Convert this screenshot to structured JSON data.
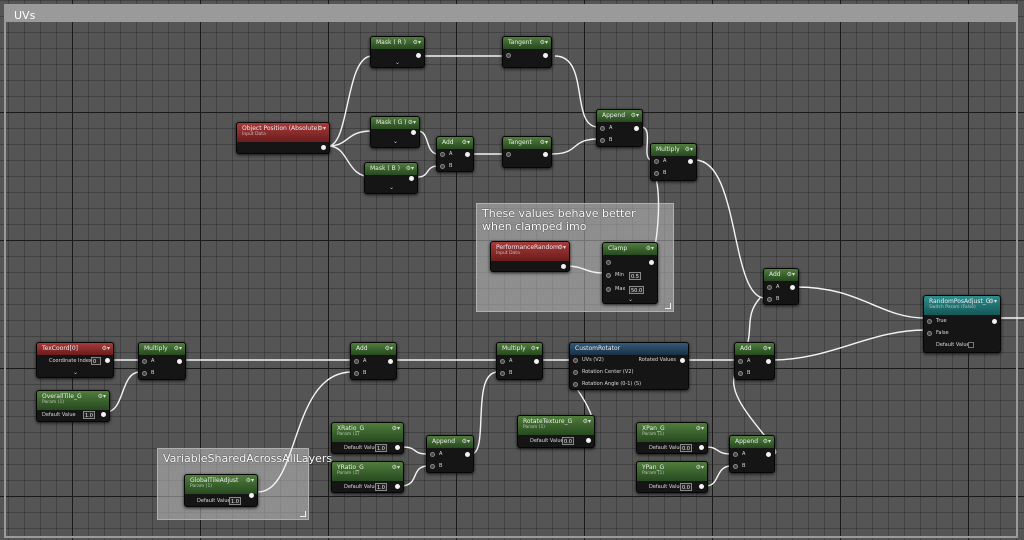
{
  "window": {
    "title": "UVs"
  },
  "comments": [
    {
      "id": "c1",
      "text": "These values behave better when clamped imo"
    },
    {
      "id": "c2",
      "text": "VariableSharedAcrossAllLayers"
    }
  ],
  "nodes": {
    "mask_r": {
      "title": "Mask ( R )"
    },
    "mask_g": {
      "title": "Mask ( G )"
    },
    "mask_b": {
      "title": "Mask ( B )"
    },
    "tangent1": {
      "title": "Tangent"
    },
    "tangent2": {
      "title": "Tangent"
    },
    "add1": {
      "title": "Add",
      "a": "A",
      "b": "B"
    },
    "append1": {
      "title": "Append",
      "a": "A",
      "b": "B"
    },
    "multiply1": {
      "title": "Multiply",
      "a": "A",
      "b": "B"
    },
    "objpos": {
      "title": "Object Position (Absolute)",
      "sub": "Input Data"
    },
    "perfrand": {
      "title": "PerformanceRandom",
      "sub": "Input Data"
    },
    "clamp": {
      "title": "Clamp",
      "min_label": "Min",
      "min_val": "0.5",
      "max_label": "Max",
      "max_val": "50.0"
    },
    "add2": {
      "title": "Add",
      "a": "A",
      "b": "B"
    },
    "randompos": {
      "title": "RandomPosAdjust_G",
      "sub": "Switch Param (False)",
      "true": "True",
      "false": "False",
      "default": "Default Value"
    },
    "texcoord": {
      "title": "TexCoord[0]",
      "coord": "Coordinate Index",
      "coord_val": "0"
    },
    "multiply2": {
      "title": "Multiply",
      "a": "A",
      "b": "B"
    },
    "overalltile": {
      "title": "OverallTile_G",
      "sub": "Param (1)",
      "default": "Default Value",
      "val": "1.0"
    },
    "add3": {
      "title": "Add",
      "a": "A",
      "b": "B"
    },
    "multiply3": {
      "title": "Multiply",
      "a": "A",
      "b": "B"
    },
    "rotator": {
      "title": "CustomRotator",
      "uvs": "UVs (V2)",
      "center": "Rotation Center (V2)",
      "angle": "Rotation Angle (0-1) (S)",
      "out": "Rotated Values"
    },
    "add4": {
      "title": "Add",
      "a": "A",
      "b": "B"
    },
    "xratio": {
      "title": "XRatio_G",
      "sub": "Param (1)",
      "default": "Default Value",
      "val": "1.0"
    },
    "yratio": {
      "title": "YRatio_G",
      "sub": "Param (1)",
      "default": "Default Value",
      "val": "1.0"
    },
    "append2": {
      "title": "Append",
      "a": "A",
      "b": "B"
    },
    "rotate": {
      "title": "RotateTexture_G",
      "sub": "Param (1)",
      "default": "Default Value",
      "val": "0.0"
    },
    "xpan": {
      "title": "XPan_G",
      "sub": "Param (1)",
      "default": "Default Value",
      "val": "0.0"
    },
    "ypan": {
      "title": "YPan_G",
      "sub": "Param (1)",
      "default": "Default Value",
      "val": "0.0"
    },
    "append3": {
      "title": "Append",
      "a": "A",
      "b": "B"
    },
    "globaltile": {
      "title": "GlobalTileAdjust",
      "sub": "Param (1)",
      "default": "Default Value",
      "val": "1.0"
    }
  },
  "icons": {
    "collapse": "chevron-down-icon",
    "menu": "node-options-icon"
  }
}
